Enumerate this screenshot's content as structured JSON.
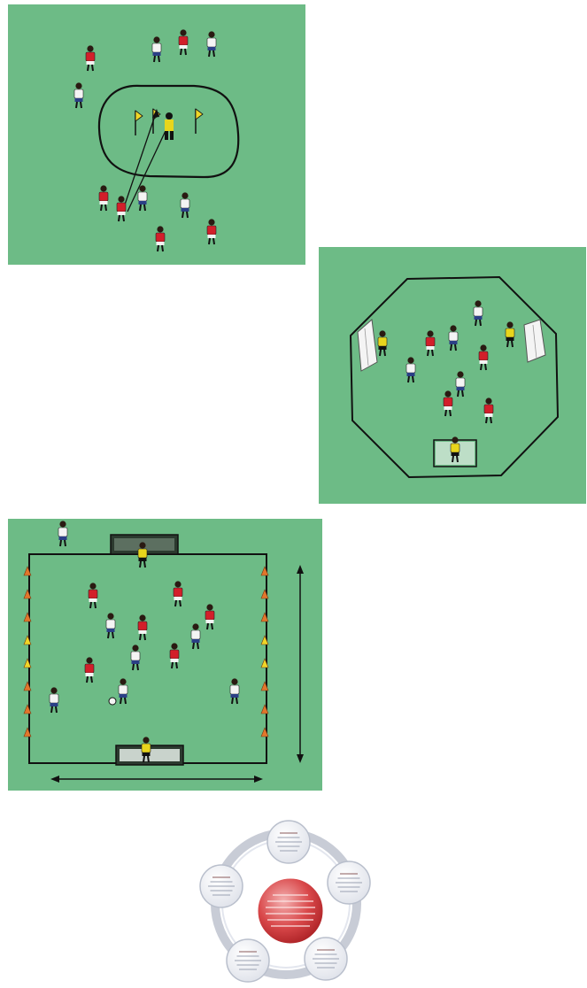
{
  "colors": {
    "pitch": "#6dbb86",
    "team_red": "#d21f2a",
    "team_white": "#f4f4f4",
    "shorts_blue": "#2b3f86",
    "goalkeeper_yellow": "#e8d51c",
    "cone_orange": "#e2762c",
    "cone_yellow": "#f0d628",
    "line_black": "#111111"
  },
  "diagrams": [
    {
      "id": "drill-1",
      "shape": "oval zone with flags and goalkeeper, players around"
    },
    {
      "id": "drill-2",
      "shape": "octagon area with two side goals and one small goal"
    },
    {
      "id": "drill-3",
      "shape": "rectangle pitch with goals at both ends and cone lines"
    },
    {
      "id": "wheel",
      "shape": "circular cycle diagram with five satellite nodes"
    }
  ]
}
